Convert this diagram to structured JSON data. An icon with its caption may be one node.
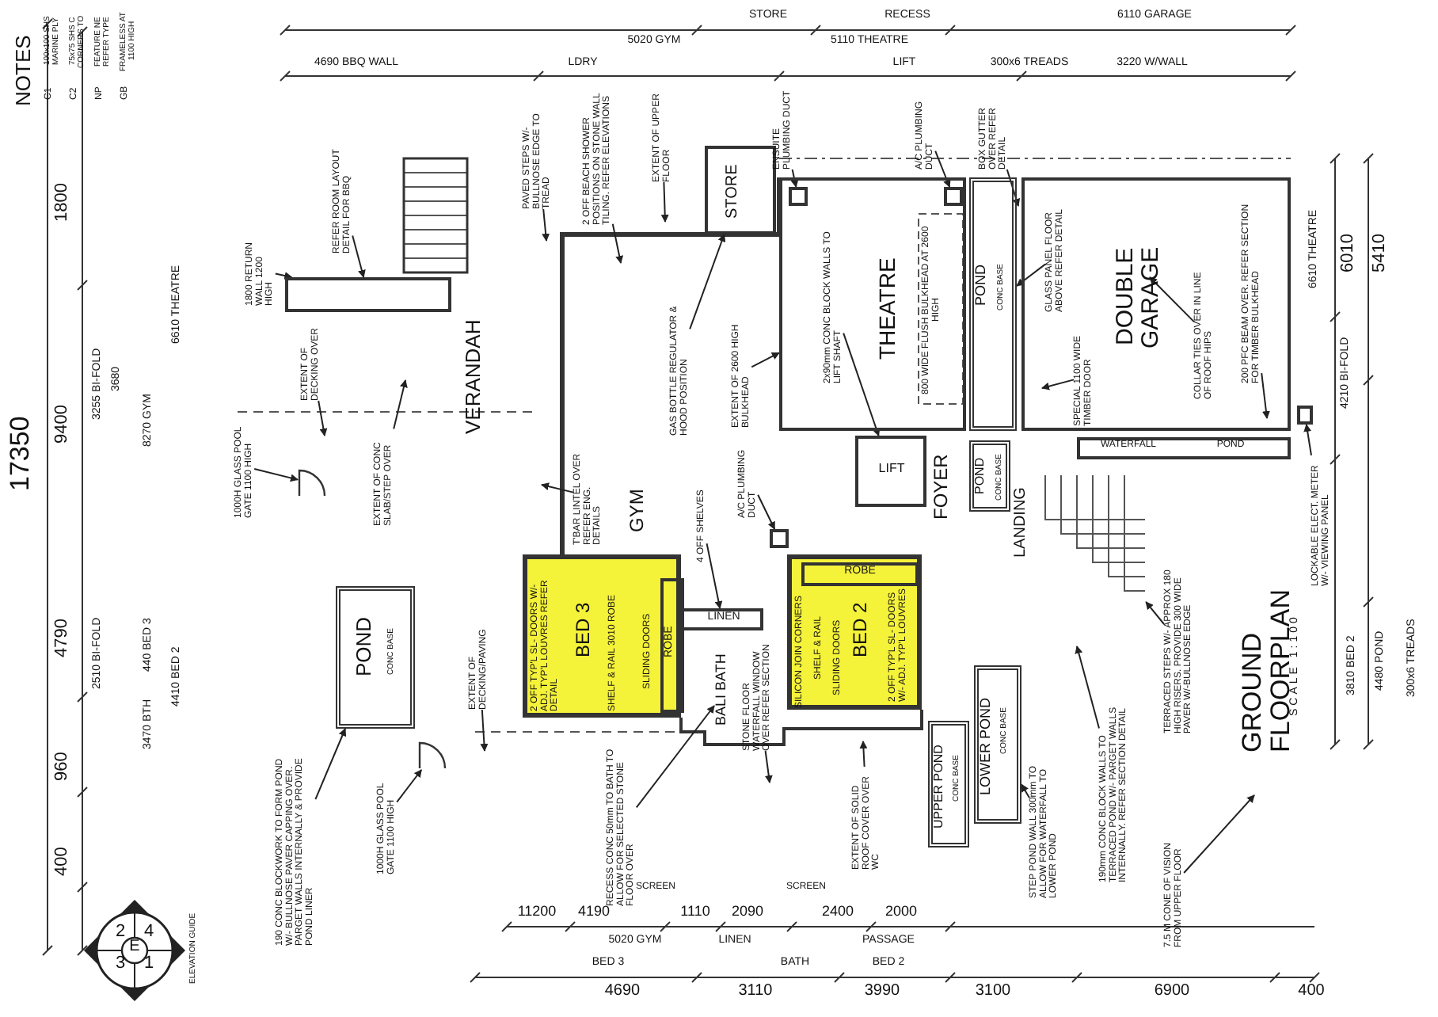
{
  "diagram": {
    "title": "GROUND FLOORPLAN",
    "caption": "SCALE 1:100",
    "nodes": [
      {
        "text": [
          "VERANDAH"
        ]
      },
      {
        "text": [
          "GYM"
        ]
      },
      {
        "text": [
          "STORE"
        ]
      },
      {
        "text": [
          "THEATRE"
        ]
      },
      {
        "text": [
          "FOYER"
        ]
      },
      {
        "text": [
          "BED 3"
        ]
      },
      {
        "text": [
          "BED 2"
        ]
      },
      {
        "text": [
          "ROBE"
        ],
        "in": 5
      },
      {
        "text": [
          "ROBE"
        ],
        "in": 6
      },
      {
        "text": [
          "LINEN"
        ]
      },
      {
        "text": [
          "BALI BATH"
        ]
      },
      {
        "text": [
          "LIFT"
        ]
      },
      {
        "text": [
          "DOUBLE GARAGE"
        ]
      },
      {
        "text": [
          "POND",
          "CONC BASE"
        ]
      },
      {
        "text": [
          "POND",
          "CONC BASE"
        ]
      },
      {
        "text": [
          "POND",
          "CONC BASE"
        ]
      },
      {
        "text": [
          "UPPER POND",
          "CONC BASE"
        ]
      },
      {
        "text": [
          "LOWER POND",
          "CONC BASE"
        ]
      },
      {
        "text": [
          "LANDING"
        ]
      },
      {
        "text": [
          "WATERFALL",
          "POND"
        ]
      },
      {
        "text": [
          "1800 RETURN WALL 1200 HIGH"
        ]
      },
      {
        "text": [
          "REFER ROOM LAYOUT DETAIL FOR BBQ"
        ]
      },
      {
        "text": [
          "EXTENT OF DECKING OVER"
        ]
      },
      {
        "text": [
          "1000H GLASS POOL GATE 1100 HIGH"
        ]
      },
      {
        "text": [
          "EXTENT OF CONC SLAB/STEP OVER"
        ]
      },
      {
        "text": [
          "PAVED STEPS W/- BULLNOSE EDGE TO TREAD"
        ]
      },
      {
        "text": [
          "2 OFF BEACH SHOWER POSITIONS ON STONE WALL TILING. REFER ELEVATIONS"
        ]
      },
      {
        "text": [
          "EXTENT OF UPPER FLOOR"
        ]
      },
      {
        "text": [
          "GAS BOTTLE REGULATOR & HOOD POSITION"
        ]
      },
      {
        "text": [
          "EXTENT OF 2600 HIGH BULKHEAD"
        ]
      },
      {
        "text": [
          "ENSUITE PLUMBING DUCT"
        ]
      },
      {
        "text": [
          "A/C PLUMBING DUCT"
        ]
      },
      {
        "text": [
          "A/C PLUMBING DUCT"
        ]
      },
      {
        "text": [
          "2x90mm CONC BLOCK WALLS TO LIFT SHAFT"
        ],
        "in": 3
      },
      {
        "text": [
          "T'BAR LINTEL OVER REFER ENG. DETAILS"
        ]
      },
      {
        "text": [
          "BOX GUTTER OVER REFER DETAIL"
        ]
      },
      {
        "text": [
          "GLASS PANEL FLOOR ABOVE REFER DETAIL"
        ],
        "in": 12
      },
      {
        "text": [
          "SPECIAL 1100 WIDE TIMBER DOOR"
        ],
        "in": 12
      },
      {
        "text": [
          "COLLAR TIES OVER IN LINE OF ROOF HIPS"
        ],
        "in": 12
      },
      {
        "text": [
          "200 PFC BEAM OVER. REFER SECTION FOR TIMBER BULKHEAD"
        ],
        "in": 12
      },
      {
        "text": [
          "LOCKABLE ELECT. METER W/- VIEWING PANEL"
        ]
      },
      {
        "text": [
          "TERRACED STEPS W/- APPROX 180 HIGH RISERS. PROVIDE 300 WIDE PAVER W/-BULLNOSE EDGE"
        ]
      },
      {
        "text": [
          "7.5 M CONE OF VISION FROM UPPER FLOOR"
        ]
      },
      {
        "text": [
          "STEP POND WALL 300mm TO ALLOW FOR WATERFALL TO LOWER POND"
        ]
      },
      {
        "text": [
          "190mm CONC BLOCK WALLS TO TERRACED POND W/- PARGET WALLS INTERNALLY. REFER SECTION DETAIL"
        ]
      },
      {
        "text": [
          "EXTENT OF SOLID ROOF COVER OVER WC"
        ]
      },
      {
        "text": [
          "RECESS CONC 50mm TO BATH TO ALLOW FOR SELECTED STONE FLOOR OVER"
        ]
      },
      {
        "text": [
          "STONE FLOOR WATERFALL WINDOW OVER REFER SECTION"
        ]
      },
      {
        "text": [
          "190 CONC BLOCKWORK TO FORM POND W/- BULLNOSE PAVER CAPPING OVER. PARGET WALLS INTERNALLY & PROVIDE POND LINER"
        ]
      },
      {
        "text": [
          "1000H GLASS POOL GATE 1100 HIGH"
        ]
      },
      {
        "text": [
          "EXTENT OF DECKING/PAVING"
        ]
      },
      {
        "text": [
          "4 OFF SHELVES"
        ]
      },
      {
        "text": [
          "2 OFF TYP'L SL- DOORS W/- ADJ. TYP'L LOUVRES REFER DETAIL"
        ],
        "in": 5
      },
      {
        "text": [
          "SHELF & RAIL 3010 ROBE"
        ],
        "in": 5
      },
      {
        "text": [
          "SLIDING DOORS"
        ],
        "in": 5
      },
      {
        "text": [
          "SILICON JOIN CORNERS"
        ],
        "in": 6
      },
      {
        "text": [
          "SHELF & RAIL"
        ],
        "in": 6
      },
      {
        "text": [
          "SLIDING DOORS"
        ],
        "in": 6
      },
      {
        "text": [
          "2 OFF TYP'L SL- DOORS W/- ADJ. TYP'L LOUVRES"
        ],
        "in": 6
      },
      {
        "text": [],
        "shape": "box"
      },
      {
        "text": [],
        "shape": "box",
        "in": 3
      },
      {
        "text": [],
        "shape": "box",
        "in": 3
      },
      {
        "text": [],
        "shape": "box"
      },
      {
        "text": [],
        "shape": "box"
      },
      {
        "text": [],
        "shape": "picture"
      },
      {
        "text": [],
        "shape": "arc"
      },
      {
        "text": [],
        "shape": "arc"
      }
    ],
    "edges": [
      {
        "from": 20,
        "to": 59,
        "arrow": "to"
      },
      {
        "from": 21,
        "to": 59,
        "arrow": "to"
      },
      {
        "from": 22,
        "to": null,
        "arrow": "to"
      },
      {
        "from": 23,
        "to": 66,
        "arrow": "to"
      },
      {
        "from": 24,
        "to": null,
        "arrow": "to"
      },
      {
        "from": 25,
        "to": null,
        "arrow": "to"
      },
      {
        "from": 26,
        "to": null,
        "arrow": "to"
      },
      {
        "from": 27,
        "to": null,
        "arrow": "to"
      },
      {
        "from": 28,
        "to": 2,
        "arrow": "to"
      },
      {
        "from": 29,
        "to": 3,
        "arrow": "to"
      },
      {
        "from": 30,
        "to": 60,
        "arrow": "to"
      },
      {
        "from": 31,
        "to": 61,
        "arrow": "to"
      },
      {
        "from": 32,
        "to": 62,
        "arrow": "to"
      },
      {
        "from": 33,
        "to": 11,
        "arrow": "to"
      },
      {
        "from": 34,
        "to": null,
        "arrow": "to"
      },
      {
        "from": 35,
        "to": null,
        "arrow": "to"
      },
      {
        "from": 36,
        "to": 15,
        "arrow": "to"
      },
      {
        "from": 37,
        "to": null,
        "arrow": "to"
      },
      {
        "from": 38,
        "to": null,
        "arrow": "to"
      },
      {
        "from": 39,
        "to": null,
        "arrow": "to"
      },
      {
        "from": 40,
        "to": 63,
        "arrow": "to"
      },
      {
        "from": 41,
        "to": 64,
        "arrow": "to"
      },
      {
        "from": 42,
        "to": null,
        "arrow": "to"
      },
      {
        "from": 43,
        "to": 17,
        "arrow": "to"
      },
      {
        "from": 44,
        "to": null,
        "arrow": "to"
      },
      {
        "from": 45,
        "to": null,
        "arrow": "to"
      },
      {
        "from": 46,
        "to": 10,
        "arrow": "to"
      },
      {
        "from": 47,
        "to": null,
        "arrow": "to"
      },
      {
        "from": 48,
        "to": 13,
        "arrow": "to"
      },
      {
        "from": 49,
        "to": 65,
        "arrow": "to"
      },
      {
        "from": 50,
        "to": null,
        "arrow": "to"
      },
      {
        "from": 51,
        "to": 9,
        "arrow": "to"
      }
    ],
    "labels": [
      "NOTES",
      "C1",
      "100x100 SHS MARINE PLY",
      "C2",
      "75x75 SHS C CORNERS TO",
      "NP",
      "FEATURE NE REFER TYPE",
      "GB",
      "FRAMELESS AT 1100 HIGH",
      "17350",
      "1800",
      "9400",
      "4790",
      "960",
      "400",
      "3255 BI-FOLD",
      "3680",
      "8270 GYM",
      "6610 THEATRE",
      "2510 BI-FOLD",
      "440 BED 3",
      "3470 BTH",
      "4410 BED 2",
      "4690 BBQ WALL",
      "LDRY",
      "5020 GYM",
      "STORE",
      "5110 THEATRE",
      "RECESS",
      "LIFT",
      "6110 GARAGE",
      "300x6 TREADS",
      "3220 W/WALL",
      "800 WIDE FLUSH BULKHEAD AT 2600 HIGH",
      "6610 THEATRE",
      "4210 BI-FOLD",
      "6010",
      "5410",
      "3810 BED 2",
      "4480 POND",
      "300x6 TREADS",
      "11200",
      "4190",
      "1110",
      "2090",
      "2400",
      "2000",
      "SCREEN",
      "SCREEN",
      "5020 GYM",
      "LINEN",
      "PASSAGE",
      "BED 3",
      "BATH",
      "BED 2",
      "4690",
      "3110",
      "3990",
      "3100",
      "6900",
      "400",
      "2",
      "4",
      "E",
      "3",
      "1",
      "ELEVATION GUIDE"
    ]
  }
}
